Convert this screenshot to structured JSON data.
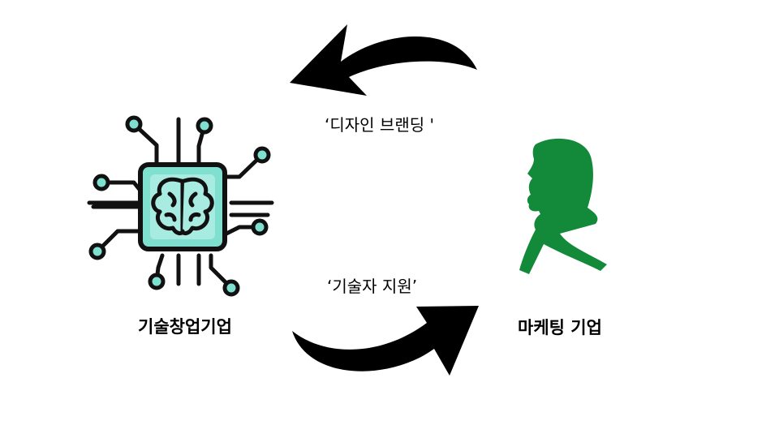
{
  "arrows": {
    "top_label": "‘디자인 브랜딩 '",
    "bottom_label": "‘기술자 지원’"
  },
  "nodes": {
    "left": {
      "label": "기술창업기업",
      "icon": "ai-chip-brain-icon"
    },
    "right": {
      "label": "마케팅 기업",
      "icon": "person-silhouette-icon"
    }
  },
  "colors": {
    "chip_fill": "#7fe0cf",
    "chip_inner": "#a8ece1",
    "silhouette": "#138a3a",
    "arrow": "#000000"
  }
}
